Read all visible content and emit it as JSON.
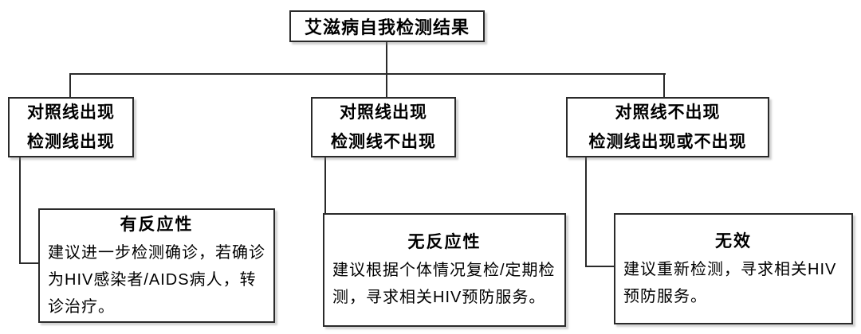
{
  "diagram": {
    "type": "flowchart",
    "root": {
      "label": "艾滋病自我检测结果"
    },
    "branches": [
      {
        "line1": "对照线出现",
        "line2": "检测线出现"
      },
      {
        "line1": "对照线出现",
        "line2": "检测线不出现"
      },
      {
        "line1": "对照线不出现",
        "line2": "检测线出现或不出现"
      }
    ],
    "results": [
      {
        "title": "有反应性",
        "body": "建议进一步检测确诊，若确诊为HIV感染者/AIDS病人，转诊治疗。"
      },
      {
        "title": "无反应性",
        "body": "建议根据个体情况复检/定期检测，寻求相关HIV预防服务。"
      },
      {
        "title": "无效",
        "body": "建议重新检测，寻求相关HIV预防服务。"
      }
    ],
    "colors": {
      "line": "#2a2a2a",
      "border": "#2a2a2a",
      "text": "#000000",
      "background": "#ffffff"
    }
  }
}
